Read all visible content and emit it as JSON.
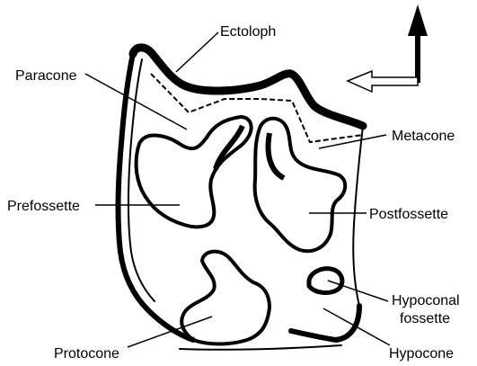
{
  "labels": {
    "ectoloph": "Ectoloph",
    "paracone": "Paracone",
    "metacone": "Metacone",
    "prefossette": "Prefossette",
    "postfossette": "Postfossette",
    "hypoconal_line1": "Hypoconal",
    "hypoconal_line2": "fossette",
    "protocone": "Protocone",
    "hypocone": "Hypocone"
  },
  "icons": {
    "up_arrow": "arrow-up-icon",
    "left_arrow": "arrow-left-outline-icon"
  },
  "colors": {
    "ink": "#000000",
    "background": "#ffffff"
  }
}
